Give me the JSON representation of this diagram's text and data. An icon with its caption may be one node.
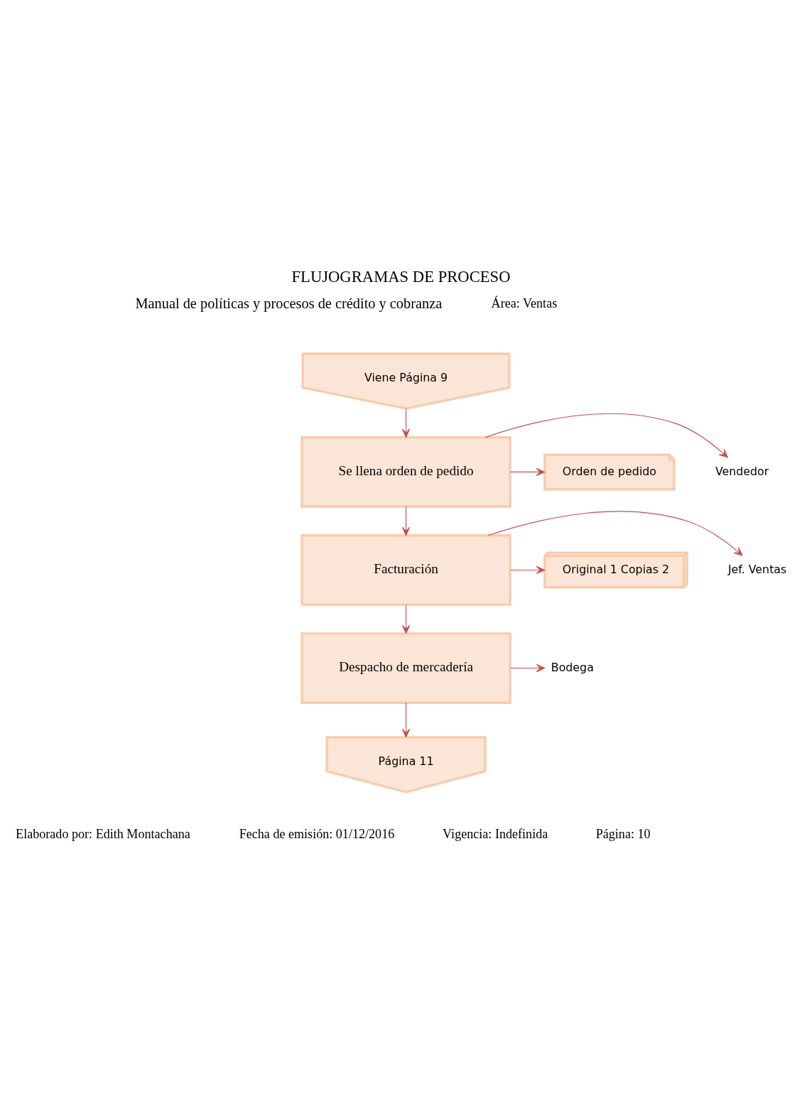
{
  "diagram": {
    "title": "FLUJOGRAMAS DE PROCESO",
    "nodes": [
      {
        "text": [
          "Viene Página 9"
        ]
      },
      {
        "text": [
          "Vendedor"
        ]
      },
      {
        "text": [
          "Se llena orden de pedido"
        ]
      },
      {
        "text": [
          "Orden de pedido"
        ]
      },
      {
        "text": [
          "Jef. Ventas"
        ]
      },
      {
        "text": [
          "Facturación"
        ]
      },
      {
        "text": [
          "Original 1 Copias 2"
        ]
      },
      {
        "text": [
          "Bodega"
        ]
      },
      {
        "text": [
          "Despacho de mercadería"
        ]
      },
      {
        "text": [
          "Página 11"
        ]
      }
    ],
    "edges": [
      {
        "from": 0,
        "to": 2,
        "arrow": "to"
      },
      {
        "from": 2,
        "to": 1,
        "arrow": "to"
      },
      {
        "from": 2,
        "to": 3,
        "arrow": "to"
      },
      {
        "from": 2,
        "to": 5,
        "arrow": "to"
      },
      {
        "from": 5,
        "to": 4,
        "arrow": "to"
      },
      {
        "from": 5,
        "to": 6,
        "arrow": "to"
      },
      {
        "from": 5,
        "to": 8,
        "arrow": "to"
      },
      {
        "from": 8,
        "to": 7,
        "arrow": "to"
      },
      {
        "from": 8,
        "to": 9,
        "arrow": "to"
      }
    ],
    "labels": [
      "Manual de políticas y procesos de crédito y cobranza",
      "Área: Ventas",
      "Elaborado por: Edith Montachana",
      "Fecha de emisión: 01/12/2016",
      "Vigencia: Indefinida",
      "Página: 10"
    ]
  }
}
